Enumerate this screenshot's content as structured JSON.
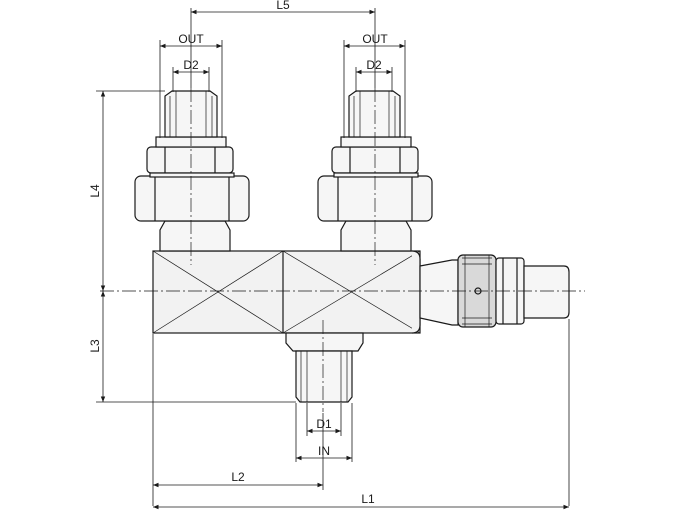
{
  "labels": {
    "l5": "L5",
    "out_left": "OUT",
    "out_right": "OUT",
    "d2_left": "D2",
    "d2_right": "D2",
    "l4": "L4",
    "l3": "L3",
    "d1": "D1",
    "in": "IN",
    "l2": "L2",
    "l1": "L1"
  },
  "colors": {
    "line": "#1a1a1a",
    "background": "#ffffff"
  }
}
